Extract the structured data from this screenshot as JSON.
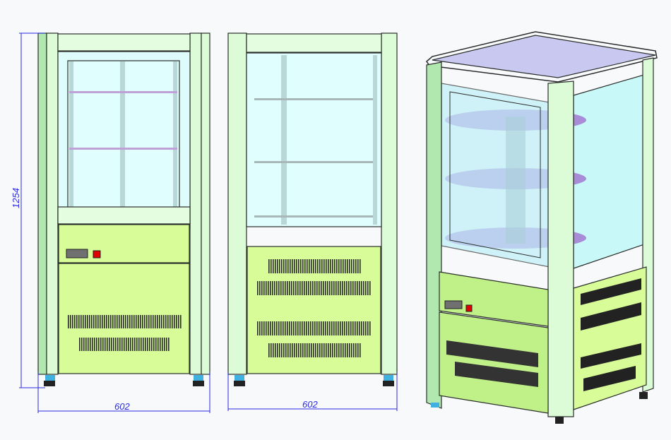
{
  "drawing": {
    "dimensions": {
      "height_label": "1254",
      "front_width_label": "602",
      "side_width_label": "602"
    },
    "colors": {
      "frame": "#dcfcd8",
      "frame_dark": "#b0e8b0",
      "glass": "#dffcfc",
      "base_panel": "#d8fc98",
      "shelf": "#a070d0",
      "top": "#c8c8f0",
      "dimension_line": "#2a2ae6",
      "switch": "#e00000",
      "foot": "#40b0e0"
    },
    "views": [
      "front",
      "side",
      "isometric"
    ]
  }
}
